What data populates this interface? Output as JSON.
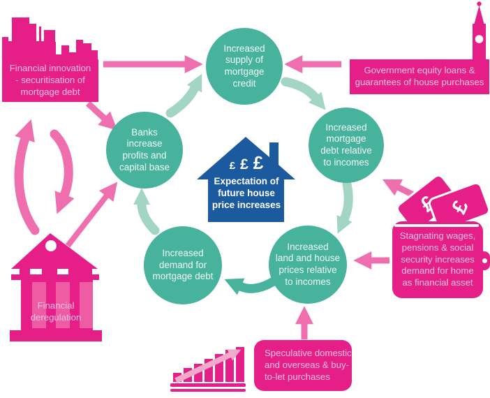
{
  "palette": {
    "pink": "#e61e87",
    "pink_arrow": "#ef6fae",
    "pink_pale": "#f3a9ca",
    "pink_column": "#ee5ca4",
    "box_text": "#f9c3e0",
    "teal": "#48b39c",
    "teal_light": "#a3d5c4",
    "circle_text": "#edf9f4",
    "blue": "#1b5a9e",
    "white": "#ffffff"
  },
  "cycle_nodes": {
    "supply": {
      "lines": [
        "Increased",
        "supply of",
        "mortgage",
        "credit"
      ]
    },
    "banks": {
      "lines": [
        "Banks",
        "increase",
        "profits and",
        "capital base"
      ]
    },
    "mortgage_debt": {
      "lines": [
        "Increased",
        "mortgage",
        "debt relative",
        "to incomes"
      ]
    },
    "land_prices": {
      "lines": [
        "Increased",
        "land and house",
        "prices relative",
        "to incomes"
      ]
    },
    "demand": {
      "lines": [
        "Increased",
        "demand for",
        "mortgage debt"
      ]
    }
  },
  "center_house": {
    "pounds": [
      "£",
      "£",
      "£"
    ],
    "lines": [
      "Expectation of",
      "future house",
      "price increases"
    ]
  },
  "external_factors": {
    "financial_innovation": {
      "lines": [
        "Financial innovation",
        "- securitisation of",
        "mortgage debt"
      ],
      "icon": "city-skyline"
    },
    "government_loans": {
      "lines": [
        "Government equity loans &",
        "guarantees of house purchases"
      ],
      "icon": "big-ben-tower"
    },
    "financial_deregulation": {
      "lines": [
        "Financial",
        "deregulation"
      ],
      "icon": "bank-building"
    },
    "stagnating_wages": {
      "lines": [
        "Stagnating wages,",
        "pensions & social",
        "security increases",
        "demand for home",
        "as financial asset"
      ],
      "icon": "wallet-money"
    },
    "speculative_purchases": {
      "lines": [
        "Speculative domestic",
        "and overseas & buy-",
        "to-let purchases"
      ],
      "icon": "growth-bar-chart"
    }
  }
}
